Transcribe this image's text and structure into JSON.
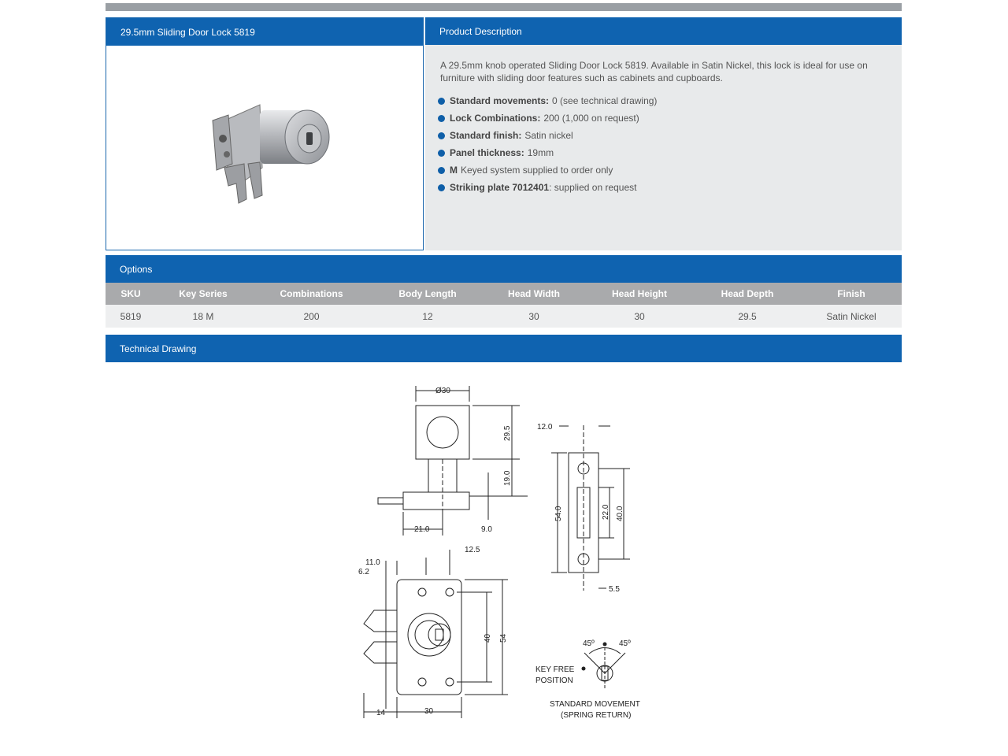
{
  "product_header": "29.5mm Sliding Door Lock 5819",
  "description": {
    "header": "Product Description",
    "paragraph": "A 29.5mm knob operated Sliding Door Lock 5819. Available in Satin Nickel, this lock is ideal for use on furniture with sliding door features such as cabinets and cupboards.",
    "bullets": [
      {
        "label": "Standard movements:",
        "value": "0 (see technical drawing)"
      },
      {
        "label": "Lock Combinations:",
        "value": "200 (1,000 on request)"
      },
      {
        "label": "Standard finish:",
        "value": "Satin nickel"
      },
      {
        "label": "Panel thickness:",
        "value": "19mm"
      },
      {
        "label": "M",
        "value": "Keyed system supplied to order only"
      },
      {
        "label": "Striking plate 7012401",
        "value": ": supplied on request"
      }
    ]
  },
  "options": {
    "header": "Options",
    "columns": [
      "SKU",
      "Key Series",
      "Combinations",
      "Body Length",
      "Head Width",
      "Head Height",
      "Head Depth",
      "Finish"
    ],
    "row": [
      "5819",
      "18 M",
      "200",
      "12",
      "30",
      "30",
      "29.5",
      "Satin Nickel"
    ]
  },
  "technical": {
    "header": "Technical Drawing",
    "dims": {
      "d30": "Ø30",
      "d29_5": "29.5",
      "d19": "19.0",
      "d21": "21.0",
      "d9": "9.0",
      "d12_0": "12.0",
      "d54_0": "54.0",
      "d22": "22.0",
      "d40_0": "40.0",
      "d5_5": "5.5",
      "d12_5": "12.5",
      "d11": "11.0",
      "d6_2": "6.2",
      "d40": "40",
      "d54": "54",
      "d14": "14",
      "d30b": "30",
      "a1": "45º",
      "a2": "45º"
    },
    "key_free_1": "KEY FREE",
    "key_free_2": "POSITION",
    "std_1": "STANDARD MOVEMENT",
    "std_2": "(SPRING RETURN)"
  },
  "colors": {
    "blue": "#0f63b0",
    "grey_header": "#a9aaac",
    "panel_bg": "#e8eaeb"
  }
}
